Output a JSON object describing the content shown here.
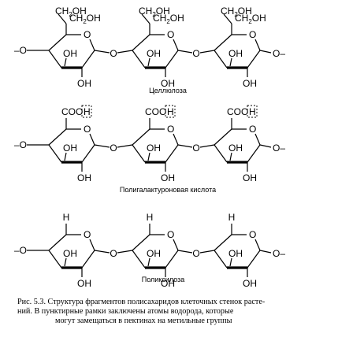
{
  "rows": [
    {
      "name": "cellulose",
      "caption": "Целлюлоза",
      "top_group": "CH2OH",
      "boxed_h": false,
      "units": [
        {
          "top": "CH2OH",
          "oh_left": "OH",
          "oh_bottom": "OH"
        },
        {
          "top": "CH2OH",
          "oh_left": "OH",
          "oh_bottom": "OH"
        },
        {
          "top": "CH2OH",
          "oh_left": "OH",
          "oh_bottom": "OH"
        }
      ]
    },
    {
      "name": "polygalacturonic-acid",
      "caption": "Полигалактуроновая кислота",
      "top_group": "COOH",
      "boxed_h": true,
      "units": [
        {
          "top": "COOH",
          "oh_left": "OH",
          "oh_bottom": "OH"
        },
        {
          "top": "COOH",
          "oh_left": "OH",
          "oh_bottom": "OH"
        },
        {
          "top": "COOH",
          "oh_left": "OH",
          "oh_bottom": "OH"
        }
      ]
    },
    {
      "name": "polyxylose",
      "caption": "Поликсилоза",
      "top_group": "H",
      "boxed_h": false,
      "units": [
        {
          "top": "H",
          "oh_left": "OH",
          "oh_bottom": "OH"
        },
        {
          "top": "H",
          "oh_left": "OH",
          "oh_bottom": "OH"
        },
        {
          "top": "H",
          "oh_left": "OH",
          "oh_bottom": "OH"
        }
      ]
    }
  ],
  "ring_o": "O",
  "link_o": "O",
  "end_left": "–O",
  "end_right": "O–",
  "caption": {
    "line1": "Рис. 5.3. Структура фрагментов полисахаридов клеточных стенок расте-",
    "line2": "ний. В пунктирные рамки заключены атомы водорода, которые",
    "line3": "могут замещаться в пектинах на метильные группы"
  }
}
